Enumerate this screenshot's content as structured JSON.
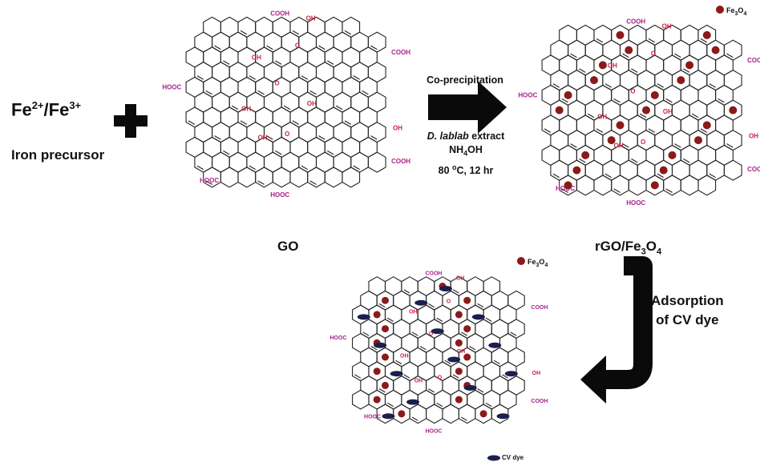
{
  "reactant": {
    "ions_base1": "Fe",
    "ions_sup1": "2+",
    "ions_sep": "/Fe",
    "ions_sup2": "3+",
    "ions_caption": "Iron precursor"
  },
  "reaction": {
    "method": "Co-precipitation",
    "extract_italic": "D. lablab",
    "extract_rest": " extract",
    "reagent_base": "NH",
    "reagent_sub": "4",
    "reagent_end": "OH",
    "conditions_pre": "80 ",
    "conditions_sup": "o",
    "conditions_post": "C, 12 hr"
  },
  "sheets": {
    "go_label": "GO",
    "rgo_label_base": "rGO/Fe",
    "rgo_label_sub1": "3",
    "rgo_label_mid": "O",
    "rgo_label_sub2": "4"
  },
  "adsorption": {
    "line1": "Adsorption",
    "line2": "of CV dye"
  },
  "legend": {
    "fe3o4_base": "Fe",
    "fe3o4_sub1": "3",
    "fe3o4_mid": "O",
    "fe3o4_sub2": "4",
    "cv_dye": "CV dye"
  },
  "groups": {
    "cooh": "COOH",
    "hooc": "HOOC",
    "oh": "OH",
    "epoxy": "O"
  },
  "colors": {
    "lattice": "#222222",
    "functional_group": "#cc2244",
    "carboxyl": "#aa2288",
    "nanoparticle": "#8b1a1a",
    "dye": "#1b1f4d",
    "arrow": "#0a0a0a"
  }
}
